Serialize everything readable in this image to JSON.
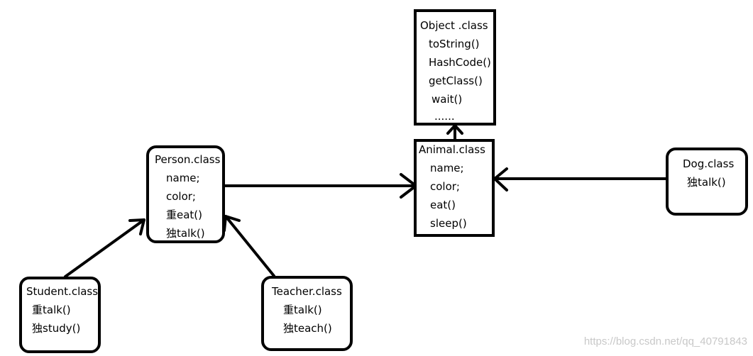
{
  "classes": {
    "object": {
      "title": "Object .class",
      "members": [
        "toString()",
        "HashCode()",
        "getClass()",
        "wait()",
        "......"
      ]
    },
    "animal": {
      "title": "Animal.class",
      "members": [
        "name;",
        "color;",
        "eat()",
        "sleep()"
      ]
    },
    "person": {
      "title": "Person.class",
      "members": [
        "name;",
        "color;",
        "重eat()",
        "独talk()"
      ]
    },
    "dog": {
      "title": "Dog.class",
      "members": [
        "独talk()"
      ]
    },
    "student": {
      "title": "Student.class",
      "members": [
        "重talk()",
        "独study()"
      ]
    },
    "teacher": {
      "title": "Teacher.class",
      "members": [
        "重talk()",
        "独teach()"
      ]
    }
  },
  "watermark": "https://blog.csdn.net/qq_40791843"
}
